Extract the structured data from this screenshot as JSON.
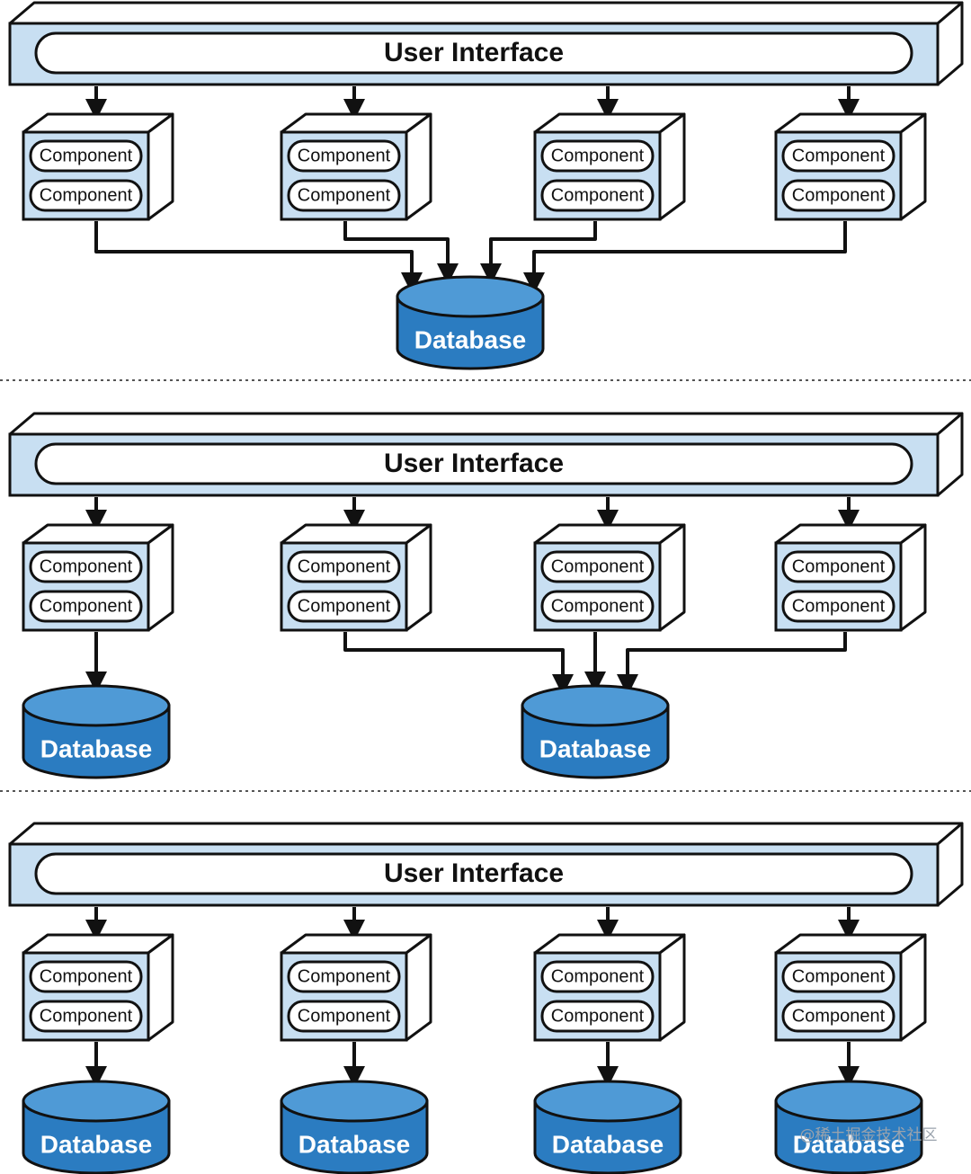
{
  "labels": {
    "user_interface": "User Interface",
    "component": "Component",
    "database": "Database"
  },
  "watermark": "@稀土掘金技术社区",
  "colors": {
    "box_fill": "#c8dff2",
    "database_fill": "#2b7cc1",
    "database_top": "#4f9ad6",
    "stroke": "#111111",
    "separator": "#555555"
  },
  "panels": [
    {
      "name": "shared-database",
      "components": 4,
      "databases": 1,
      "connections": [
        [
          0
        ],
        [
          0
        ],
        [
          0
        ],
        [
          0
        ]
      ]
    },
    {
      "name": "partially-separate-databases",
      "components": 4,
      "databases": 2,
      "connections": [
        [
          0
        ],
        [
          1
        ],
        [
          1
        ],
        [
          1
        ]
      ]
    },
    {
      "name": "database-per-component",
      "components": 4,
      "databases": 4,
      "connections": [
        [
          0
        ],
        [
          1
        ],
        [
          2
        ],
        [
          3
        ]
      ]
    }
  ]
}
